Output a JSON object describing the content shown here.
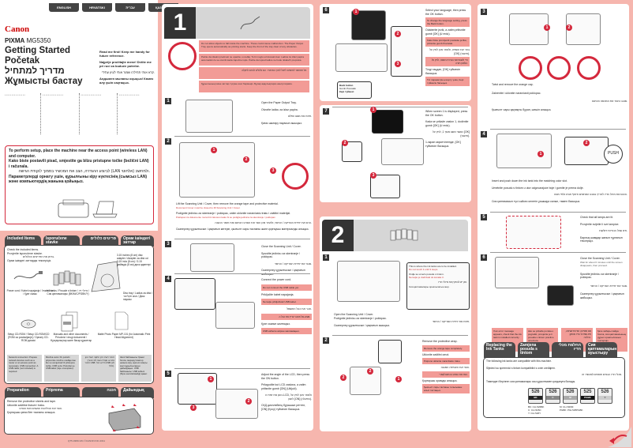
{
  "cover": {
    "language_tabs": [
      "ENGLISH",
      "HRVATSKI",
      "עברית",
      "ҚАЗАҚША"
    ],
    "brand": "Canon",
    "model_prefix": "PIXMA",
    "model": "MG5350",
    "titles": [
      "Getting Started",
      "Početak",
      "מדריך למתחיל",
      "Жұмысты бастау"
    ],
    "read_notes": [
      "Read me first! Keep me handy for future reference.",
      "Najprije pročitajte mene! Držite me pri ruci za buduće potrebe.",
      "קרא אותי תחילה! שמור אותי לעיון עתידי.",
      "Алдымен мынаны оқыңыз! Көмек алу үшін сақтаңыз."
    ],
    "setup_notice": {
      "en": "To perform setup, place the machine near the access point (wireless LAN) and computer.",
      "hr": "Kako biste postavili pisač, smjestite ga blizu pristupne točke (bežični LAN) i računala.",
      "he": "לביצוע ההגדרה, הצב את המכשיר בסמוך לנקודת הגישה (LAN אלחוטי) ולמחשב.",
      "kk": "Параметрлерді орнату үшін, құрылғыны кіру нүктесінің (сымсыз LAN) және компьютердің жанына қойыңыз."
    }
  },
  "included_items": {
    "tabs": [
      "Included Items",
      "Isporučene stavke",
      "פריטים כלולים",
      "Орам ішіндегі заттар"
    ],
    "intro": [
      "Check the included items.",
      "Provjerite isporučene stavke.",
      "בדוק את הפריטים הכלולים.",
      "Орам ішіндегі заттарды тексеріңіз."
    ],
    "items": [
      {
        "name": "Power cord / Kabel napajanja / כבל חשמל / Қуат сымы"
      },
      {
        "name": "Ink tanks / Posude s tintom / מיכלי דיו / Сия қаптамалары (BK/M/C/PGBK/Y)"
      },
      {
        "name": "3.15 inches (8 cm) disc adapter / Adapter za disk od 3,15 inča (8 cm) / 3.15 дюймдік (8 см) диск адаптері"
      },
      {
        "name": "Disc tray / Ladica za disk / מגש תקליטור / Диск науасы"
      },
      {
        "name": "Setup CD-ROM / Setup CD-ROM/CD [ROM za postavljanje] / Орнату CD-ROM дискісі"
      },
      {
        "name": "Manuals and other documents / Priručnici i drugi dokumenti / Нұсқаулықтар және басқа құжаттар"
      },
      {
        "name": "Matte Photo Paper MP-101 (for Automatic Print Head Alignment)"
      }
    ],
    "connection_notes": [
      "Network connection: Prepare network devices such as a router or an access point as necessary. USB connection: A USB cable (not included) is required.",
      "Mrežna veza: Po potrebi pripremite mrežne uređaje kao što su usmjerivač ili pristupna točka. USB veza: Potreban je USB kabel (nije u kompletu).",
      "חיבור רשת: הכן התקני רשת כגון נתב או נקודת גישה לפי הצורך. חיבור USB: נדרש כבל USB (לא כלול).",
      "Желі байланысы: Қажет болса, маршрутизатор немесе кіру нүктесі сияқты желі құрылғыларын дайындаңыз. USB байланысы: USB кабелі (бірге жеткізілмейді) қажет."
    ]
  },
  "preparation": {
    "tabs": [
      "Preparation",
      "Priprema",
      "הכנה",
      "Дайындық"
    ],
    "lines": [
      "Remove the protective sheets and tape.",
      "Uklonite zaštitne listove i traku.",
      "הסר את הגיליונות המגנים ואת הסרט.",
      "Қорғаушы қағаз бен таспаны алыңыз."
    ]
  },
  "footer_code": "QT5-0389-V01  ©CANON INC.2011",
  "section1": {
    "number": "1",
    "warnings": [
      "Do not allow objects to fall inside the machine. These could cause malfunction. The Paper Output Tray opens automatically as printing starts. Keep the front of the tray clear of any obstacles.",
      "Pazite da nikakvi predmeti ne upadnu u uređaj. To bi moglo uzrokovati kvar. Ladica za izlaz papira automatski će se otvoriti kada započne ispis. Pazite da ispred ladice ne bude nikakvih prepreka.",
      "אל תאפשר לחפצים ליפול לתוך המכשיר. הם עלולים לגרום לתקלה.",
      "Құрылғының ішіне заттар түсуіне жол бермеңіз. Бұлар ақаулықтарға әкелуі мүмкін."
    ],
    "steps": [
      {
        "num": "1",
        "lines": [
          "Open the Paper Output Tray.",
          "Otvorite ladicu za izlaz papira.",
          "פתח את מגש הפלט.",
          "Қағаз шығару науасын ашыңыз."
        ]
      },
      {
        "num": "2",
        "lines": [
          "Lift the Scanning Unit / Cover, then remove the orange tape and protective material.",
          "Podignite jedinicu za skeniranje / poklopac, zatim uklonite narančastu traku i zaštitni materijal.",
          "הרם את יחידת הסריקה / הכיסוי, ולאחר מכן הסר את הסרט הכתום ואת חומר ההגנה.",
          "Сканерлеу құрылғысын / қақпағын көтеріп, қызғылт сары таспаны және қорғаушы материалды алыңыз."
        ],
        "notes": [
          "Document Cover must be closed to lift Scanning Unit / Cover.",
          "Poklopac za dokumente mora biti zatvoren kako bi se podigla jedinica za skeniranje / poklopac."
        ]
      },
      {
        "num": "3",
        "lines": [
          "Close the Scanning Unit / Cover.",
          "Spustite jedinicu za skeniranje / poklopac.",
          "סגור את יחידת הסריקה / הכיסוי.",
          "Сканерлеу құрылғысын / қақпағын жабыңыз."
        ]
      },
      {
        "num": "4",
        "lines": [
          "Connect the power cord.",
          "Priključite kabel napajanja.",
          "חבר את כבל החשמל.",
          "Қуат сымын жалғаңыз."
        ],
        "warnings": [
          "Do not connect the USB cable yet.",
          "Nemojte priključivati USB kabel.",
          "אל תחבר עדיין את כבל ה-USB.",
          "USB кабелін әзірше жалғамаңыз."
        ]
      },
      {
        "num": "5",
        "lines": [
          "Adjust the angle of the LCD, then press the ON button.",
          "Prilagodite kut LCD zaslona, a zatim pritisnite gumb [ON] (Uključi).",
          "כוונן את זווית ה-LCD, ולאחר מכן לחץ על לחצן [ON] (הפעלה).",
          "СКД дисплейінің бұрышын реттеп, [ON] (Қосу) түймесін басыңыз."
        ]
      }
    ]
  },
  "section1_cont": {
    "steps": [
      {
        "num": "6",
        "lines": [
          "Select your language, then press the OK button.",
          "Odaberite jezik, a zatim pritisnite gumb [OK] (U redu).",
          "בחר את השפה, ולאחר מכן לחץ על [OK] (אישור).",
          "Тілді таңдап, [OK] түймесін басыңыз."
        ],
        "notes": [
          "To change the language setting, press the Back button.",
          "Kako biste promijenili postavke jezika, pritisnite gumb Povratak.",
          "כדי לשנות את הגדרת השפה, לחץ על הלחצן חזרה.",
          "Тіл параметрін өзгерту үшін, Кері түймесін басыңыз."
        ],
        "back_button": [
          "Back button",
          "Gumb Povratak",
          "לחצן חזרה",
          "Кері түймесі"
        ]
      },
      {
        "num": "7",
        "lines": [
          "When screen 1 is displayed, press the OK button.",
          "Kada se prikaže zaslon 1, dodirnite gumb [OK] (U redu).",
          "כאשר מוצג מסך 1, לחץ על [OK] (אישור).",
          "1-экран көрсетілгенде, [OK] түймесін басыңыз."
        ]
      }
    ]
  },
  "section2": {
    "number": "2",
    "steps": [
      {
        "num": "1",
        "callout": [
          "This is where the ink tanks are to be installed.",
          "Do not touch it until 3 steps.",
          "Ovdje se umeću posude s tintom.",
          "Nemojte je dodirivati do koraka 3.",
          "כאן יש להתקין את מיכלי הדיו.",
          "Сия қаптамалары орнатылатын жер."
        ],
        "lines": [
          "Open the Scanning Unit / Cover.",
          "Podignite jedinicu za skeniranje / poklopac.",
          "פתח את יחידת הסריקה / הכיסוי.",
          "Сканерлеу құрылғысын / қақпағын ашыңыз."
        ]
      },
      {
        "num": "2",
        "lines": [
          "Remove the protective wrap.",
          "Uklonite zaštitni omot.",
          "הסר את העטיפה המגנה.",
          "Қорғаушы орамды алыңыз."
        ],
        "notes": [
          "Remove the orange tape completely.",
          "Potpuno uklonite narančastu traku.",
          "הסר את הסרט הכתום לגמרי.",
          "Қызғылт сары таспаны толығымен алып тастаңыз."
        ]
      },
      {
        "num": "3",
        "lines": [
          "Twist and remove the orange cap.",
          "Zakrenite i uklonite narančasti poklopac.",
          "סובב והסר את המכסה הכתום.",
          "Қызғылт сары қақпақты бұрап, шешіп алыңыз."
        ]
      },
      {
        "num": "4",
        "lines": [
          "Insert and push down the ink tank into the matching color slot.",
          "Umetnite posudu s tintom u utor odgovarajuće boje i gurnite je prema dolje.",
          "הכנס את מיכל הדיו לחריץ בצבע המתאים ודחוף אותו כלפי מטה.",
          "Сия қаптамасын түсі сәйкес келетін ұяшыққа салып, төмен басыңыз."
        ],
        "push_label": "PUSH"
      },
      {
        "num": "5",
        "lines": [
          "Check that all lamps are lit.",
          "Provjerite svijetle li sve lampice.",
          "ודא שכל הנוריות דולקות.",
          "Барлық шамдар жанып тұрғанын тексеріңіз."
        ]
      },
      {
        "num": "6",
        "lines": [
          "Close the Scanning Unit / Cover.",
          "Spustite jedinicu za skeniranje / poklopac.",
          "סגור את יחידת הסריקה / הכיסוי.",
          "Сканерлеу құрылғысын / қақпағын жабыңыз."
        ],
        "notes": [
          "Wait for about 6 minutes until the screen disappears, then proceed."
        ]
      }
    ],
    "error_notes": [
      "If an error message appears, check that the ink tank is installed correctly.",
      "Ako se prikaže poruka o pogreški, provjerite je li posuda s tintom pravilno umetnuta.",
      "אם מופיעה הודעת שגיאה, ודא שמיכל הדיו מותקן כהלכה.",
      "Қате хабары пайда болса, сия қаптамасының дұрыс орнатылғанын тексеріңіз."
    ]
  },
  "replacing": {
    "tabs": [
      "Replacing the Ink Tanks",
      "Zamjena posuda s tintom",
      "החלפת מכלי הדיו",
      "Сия қаптамаларын ауыстыру"
    ],
    "lines": [
      "The following ink tanks are compatible with this machine.",
      "Sljedeći su spremnici s tintom kompatibilni s ovim uređajem.",
      "מכלי הדיו הבאים תואמים למכשיר זה.",
      "Төмендегі берілген сия қаптамалары осы құрылғымен қолдануға болады."
    ],
    "tanks": [
      {
        "code": "526",
        "color": "BK",
        "bg": "#222"
      },
      {
        "code": "526",
        "color": "C",
        "bg": "#888"
      },
      {
        "code": "526",
        "color": "M",
        "bg": "#aaa"
      },
      {
        "code": "525",
        "color": "PGBK",
        "bg": "#111"
      },
      {
        "code": "526",
        "color": "Y",
        "bg": "#ccc"
      }
    ],
    "tank_codes": [
      "BK: CLI-526BK",
      "M: CLI-526M",
      "C: CLI-526C",
      "PGBK: PGI-525PGBK",
      "Y: CLI-526Y"
    ]
  },
  "colors": {
    "accent_red": "#d4283c",
    "background_pink": "#f6b6ae",
    "warning_pink": "#f29b96",
    "dark_tab": "#4a4a4a"
  }
}
